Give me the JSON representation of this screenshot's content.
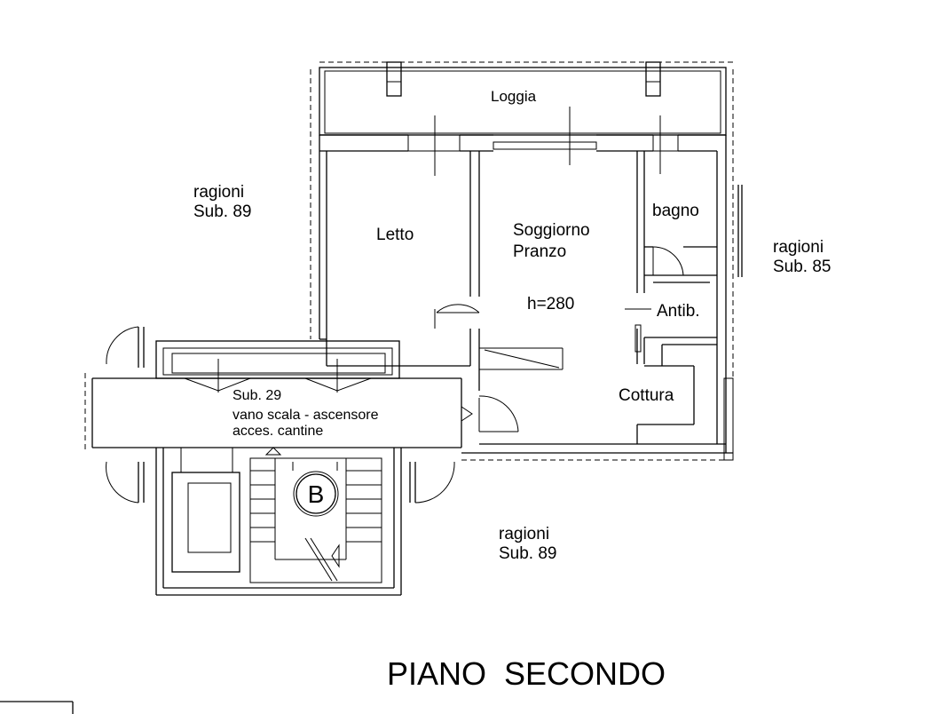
{
  "rooms": {
    "loggia": "Loggia",
    "letto": "Letto",
    "soggiorno_line1": "Soggiorno",
    "soggiorno_line2": "Pranzo",
    "height": "h=280",
    "bagno": "bagno",
    "antib": "Antib.",
    "cottura": "Cottura"
  },
  "stair": {
    "sub": "Sub. 29",
    "line2": "vano scala - ascensore",
    "line3": "acces. cantine",
    "block_letter": "B"
  },
  "neighbors": {
    "nw_line1": "ragioni",
    "nw_line2": "Sub. 89",
    "e_line1": "ragioni",
    "e_line2": "Sub. 85",
    "s_line1": "ragioni",
    "s_line2": "Sub. 89"
  },
  "floor_title": "PIANO  SECONDO"
}
